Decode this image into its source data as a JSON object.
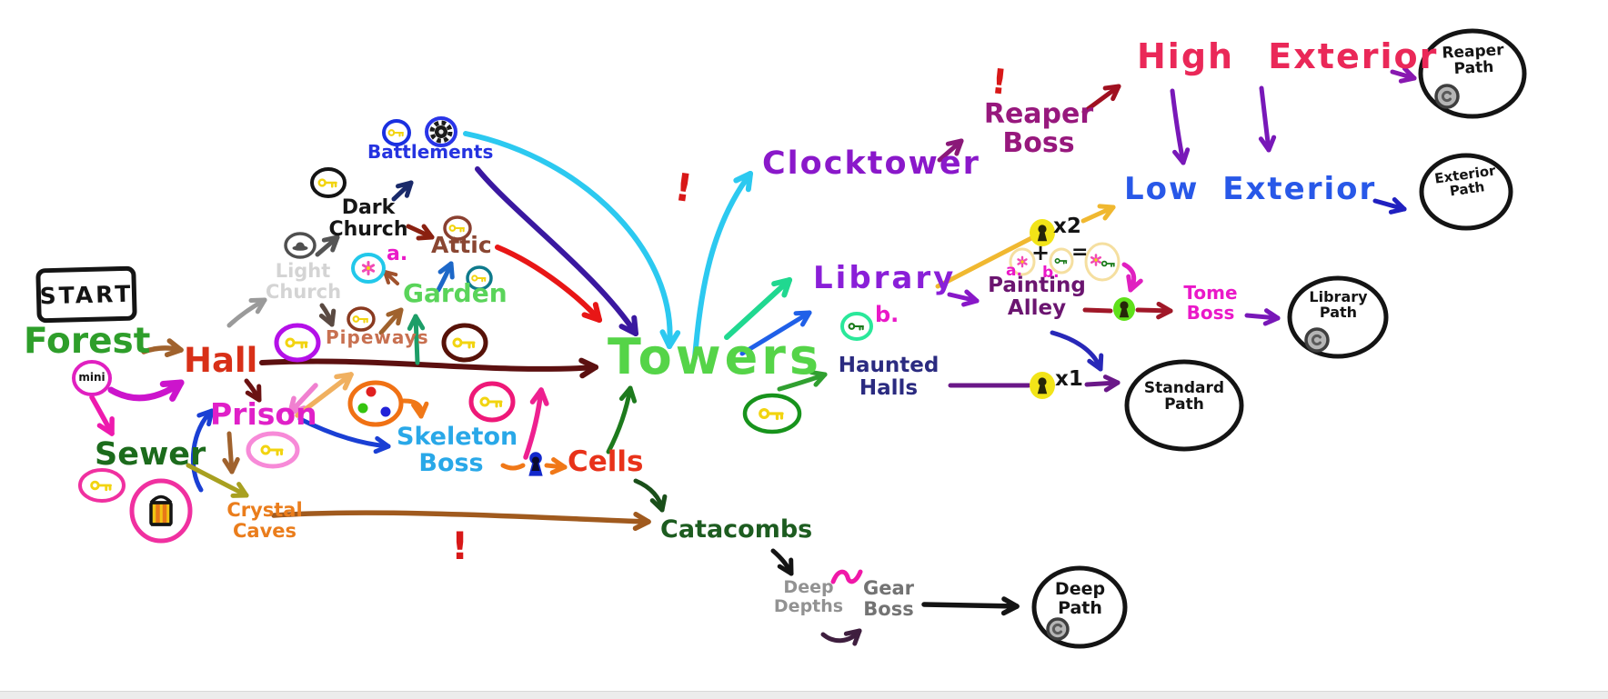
{
  "title": "hand-drawn game area flowchart",
  "labels": {
    "start": "START",
    "forest": "Forest",
    "hall": "Hall",
    "mini": "mini",
    "sewer": "Sewer",
    "prison": "Prison",
    "crystal_caves": "Crystal\nCaves",
    "catacombs": "Catacombs",
    "cells": "Cells",
    "skeleton_boss": "Skeleton\nBoss",
    "light_church": "Light\nChurch",
    "dark_church": "Dark\nChurch",
    "attic": "Attic",
    "garden": "Garden",
    "pipeways": "Pipeways",
    "battlements": "Battlements",
    "towers": "Towers",
    "clocktower": "Clocktower",
    "reaper_boss": "Reaper\nBoss",
    "high_exterior": "High Exterior",
    "low_exterior": "Low Exterior",
    "library": "Library",
    "painting_alley": "Painting\nAlley",
    "tome_boss": "Tome\nBoss",
    "haunted_halls": "Haunted\nHalls",
    "deep_depths": "Deep\nDepths",
    "gear_boss": "Gear\nBoss",
    "reaper_path": "Reaper\nPath",
    "exterior_path": "Exterior\nPath",
    "library_path": "Library\nPath",
    "standard_path": "Standard\nPath",
    "deep_path": "Deep\nPath",
    "a_top": "a.",
    "b_library": "b.",
    "a_formula": "a.",
    "b_formula": "b.",
    "plus": "+",
    "equals": "=",
    "x2": "x2",
    "x1": "x1",
    "excl_clocktower": "!",
    "excl_reaper": "!",
    "excl_caves": "!"
  },
  "icons": {
    "key-icon": "yellow skeleton key inside colored ring",
    "keyhole-icon": "black keyhole on yellow/green blob",
    "lock-icon": "solid blue keyhole between Skeleton Boss and Cells",
    "gear-icon": "black gear in blue ring (Battlements)",
    "flower-icon": "pink flower in circle",
    "palette-icon": "orange palette with red/green/blue dots",
    "lantern-icon": "yellow-orange lantern in pink ring (Sewer)",
    "hat-icon": "gray hat in circle (Light Church)",
    "coin-icon": "gray C-coin inside path ovals",
    "mini-boss-marker": "magenta circle labeled mini"
  },
  "palette": {
    "forest_green": "#2e9e2a",
    "hall_red": "#d83018",
    "prison_magenta": "#e020c8",
    "sewer_green": "#1c6b1c",
    "caves_orange": "#ea7d1c",
    "skeleton_blue": "#29a8e8",
    "towers_green": "#55d448",
    "clocktower_purple": "#8a18ca",
    "library_purple": "#8a1fd8",
    "high_exterior_pink": "#ea2858",
    "low_exterior_blue": "#2858e8",
    "reaper_plum": "#97187d",
    "haunted_navy": "#2b2b80",
    "gray_text": "#929292",
    "key_yellow": "#f2d410",
    "alert_red": "#d81818",
    "ink_black": "#141414"
  }
}
